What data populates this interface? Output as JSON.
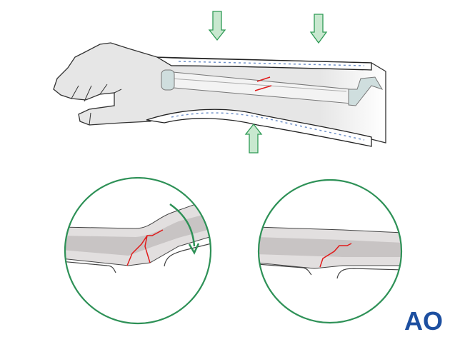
{
  "logo": {
    "text": "AO",
    "color": "#1d4fa0"
  },
  "colors": {
    "arrow_fill": "#c8e8cf",
    "arrow_stroke": "#2e9a55",
    "circle_stroke": "#2e9157",
    "fracture": "#e01b1b",
    "skin": "#e8e8e8",
    "bone": "#dcdcdc",
    "cast_dots": "#6d8fc8"
  },
  "panels": [
    {
      "label": "forearm-with-cast-three-point-pressure"
    },
    {
      "label": "bent-fracture-with-rotation-arrow"
    },
    {
      "label": "reduced-fracture"
    }
  ]
}
